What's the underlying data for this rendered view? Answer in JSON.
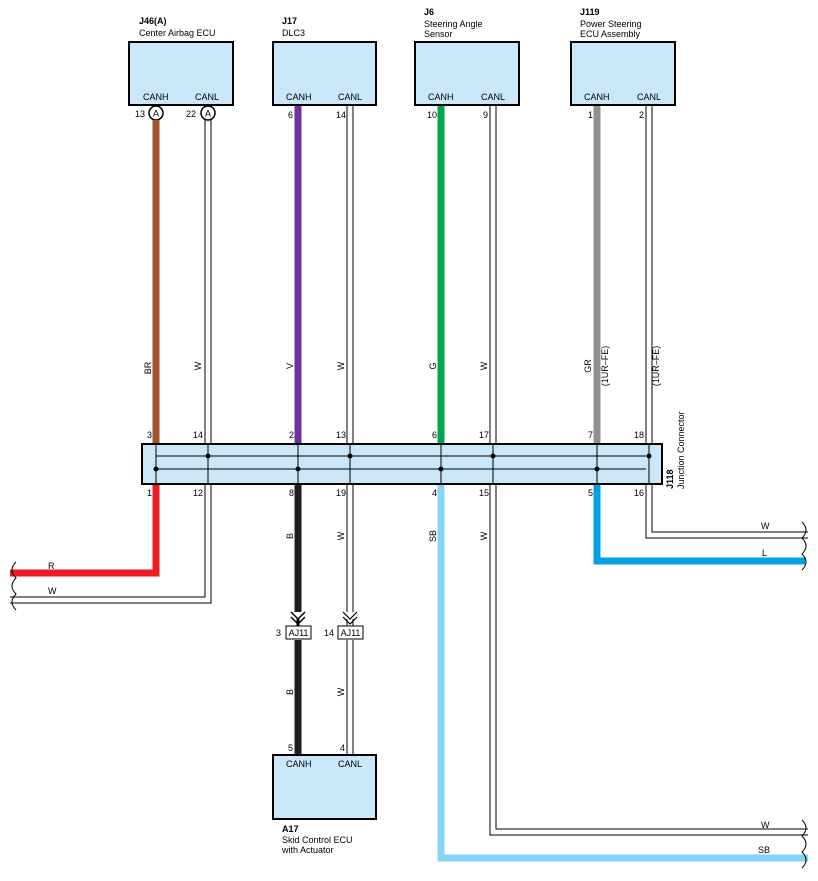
{
  "ecus": [
    {
      "code": "J46(A)",
      "name": "Center Airbag ECU",
      "canh": "CANH",
      "canl": "CANL",
      "pin_h": "13",
      "pin_l": "22",
      "plug_h": "A",
      "plug_l": "A"
    },
    {
      "code": "J17",
      "name": "DLC3",
      "canh": "CANH",
      "canl": "CANL",
      "pin_h": "6",
      "pin_l": "14"
    },
    {
      "code": "J6",
      "name_line1": "Steering Angle",
      "name_line2": "Sensor",
      "canh": "CANH",
      "canl": "CANL",
      "pin_h": "10",
      "pin_l": "9"
    },
    {
      "code": "J119",
      "name_line1": "Power Steering",
      "name_line2": "ECU Assembly",
      "canh": "CANH",
      "canl": "CANL",
      "pin_h": "1",
      "pin_l": "2"
    }
  ],
  "upper_wire_colors": [
    "BR",
    "W",
    "V",
    "W",
    "G",
    "W",
    "GR",
    "(1UR–FE)",
    "(1UR–FE)"
  ],
  "junction": {
    "code": "J118",
    "name": "Junction Connector",
    "top_pins": [
      "3",
      "14",
      "2",
      "13",
      "6",
      "17",
      "7",
      "18"
    ],
    "bottom_pins": [
      "1",
      "12",
      "8",
      "19",
      "4",
      "15",
      "5",
      "16"
    ]
  },
  "lower_wire_colors": [
    "B",
    "W",
    "SB",
    "W"
  ],
  "exit_wires": {
    "left_r": "R",
    "left_w": "W",
    "right_w": "W",
    "right_l": "L",
    "bottom_w": "W",
    "bottom_sb": "SB"
  },
  "aj11": {
    "label": "AJ11",
    "pin_h": "3",
    "pin_l": "14",
    "wire_h": "B",
    "wire_l": "W"
  },
  "skid_ecu": {
    "code": "A17",
    "name_line1": "Skid Control ECU",
    "name_line2": "with Actuator",
    "canh": "CANH",
    "canl": "CANL",
    "pin_h": "5",
    "pin_l": "4"
  },
  "colors": {
    "BR": "#a0522d",
    "V": "#7030a0",
    "G": "#00a651",
    "GR": "#909090",
    "R": "#ed1c24",
    "B": "#231f20",
    "SB": "#87d3f5",
    "L": "#00a0e3",
    "box_fill": "#c9e7f8"
  }
}
